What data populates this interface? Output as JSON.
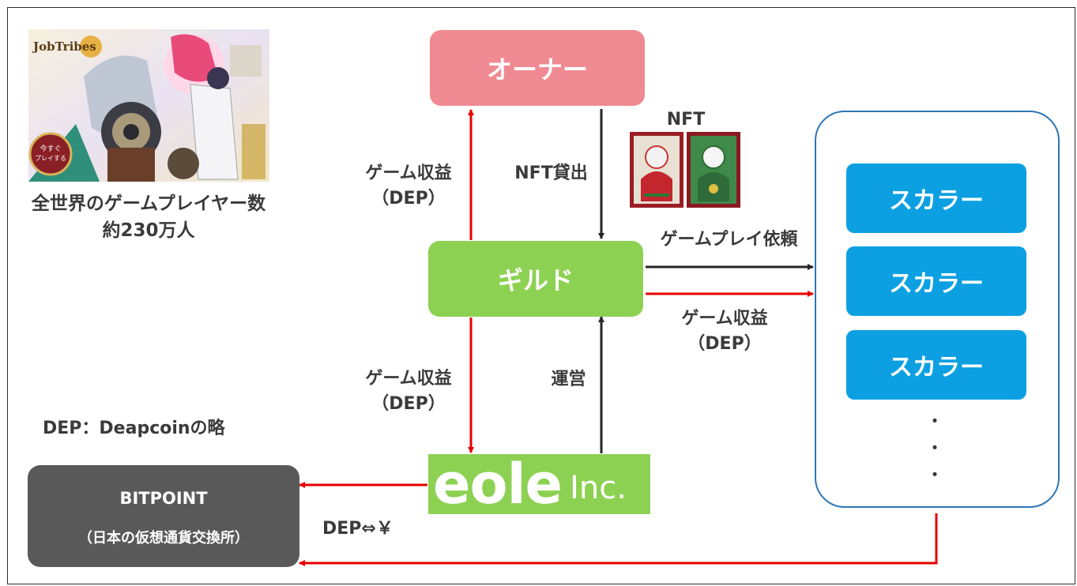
{
  "logo_art": {
    "brand": "JobTribes",
    "badge": "今すぐプレイする"
  },
  "players_caption": {
    "line1": "全世界のゲームプレイヤー数",
    "line2": "約230万人"
  },
  "owner": {
    "label": "オーナー",
    "color": "#f08a92"
  },
  "guild": {
    "label": "ギルド",
    "color": "#8dd153"
  },
  "eole": {
    "brand": "eole",
    "suffix": "Inc.",
    "color": "#8dd153"
  },
  "bitpoint": {
    "title": "BITPOINT",
    "subtitle": "（日本の仮想通貨交換所）",
    "color": "#595959"
  },
  "scholars": {
    "items": [
      "スカラー",
      "スカラー",
      "スカラー"
    ],
    "dots": [
      "・",
      "・",
      "・"
    ],
    "color": "#0ca0e2",
    "border_color": "#2e75b6"
  },
  "nft": {
    "label": "NFT"
  },
  "labels": {
    "guild_to_owner": {
      "line1": "ゲーム収益",
      "line2": "（DEP）"
    },
    "owner_to_guild": "NFT貸出",
    "guild_to_scholar_request": "ゲームプレイ依頼",
    "scholar_revenue": {
      "line1": "ゲーム収益",
      "line2": "（DEP）"
    },
    "guild_to_eole": {
      "line1": "ゲーム収益",
      "line2": "（DEP）"
    },
    "eole_to_guild": "運営",
    "dep_note": "DEP：Deapcoinの略",
    "dep_exchange": "DEP⇔￥"
  },
  "colors": {
    "red_arrow": "#e60000",
    "black_arrow": "#262626"
  }
}
